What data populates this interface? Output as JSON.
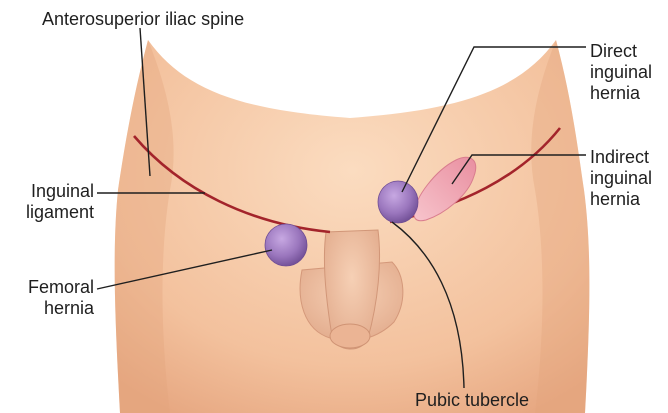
{
  "labels": {
    "anterosuperior": "Anterosuperior iliac spine",
    "inguinal_ligament": [
      "Inguinal",
      "ligament"
    ],
    "femoral_hernia": [
      "Femoral",
      "hernia"
    ],
    "pubic_tubercle": "Pubic tubercle",
    "direct_hernia": [
      "Direct",
      "inguinal",
      "hernia"
    ],
    "indirect_hernia": [
      "Indirect",
      "inguinal",
      "hernia"
    ]
  },
  "colors": {
    "skin": "#f5c9a6",
    "skin_shadow": "#e8a883",
    "ligament": "#a3242b",
    "hernia_purple": "#8f6bb0",
    "indirect_pink": "#f0a5b1",
    "leader": "#1f1f1f"
  }
}
